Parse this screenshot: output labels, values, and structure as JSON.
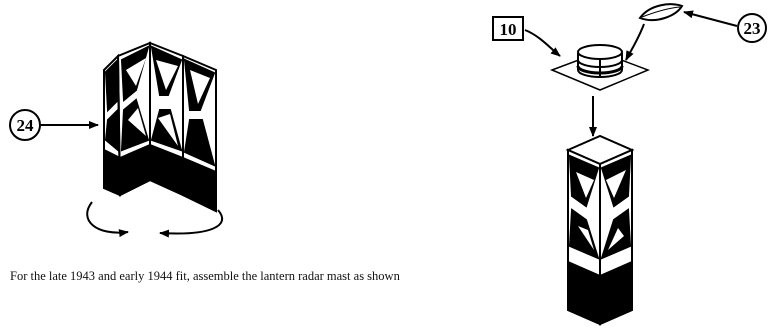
{
  "callouts": {
    "c24": "24",
    "c23": "23",
    "c10": "10"
  },
  "caption": "For the late 1943 and early 1944 fit, assemble the lantern radar mast as shown",
  "colors": {
    "ink": "#000000",
    "paper": "#ffffff"
  }
}
